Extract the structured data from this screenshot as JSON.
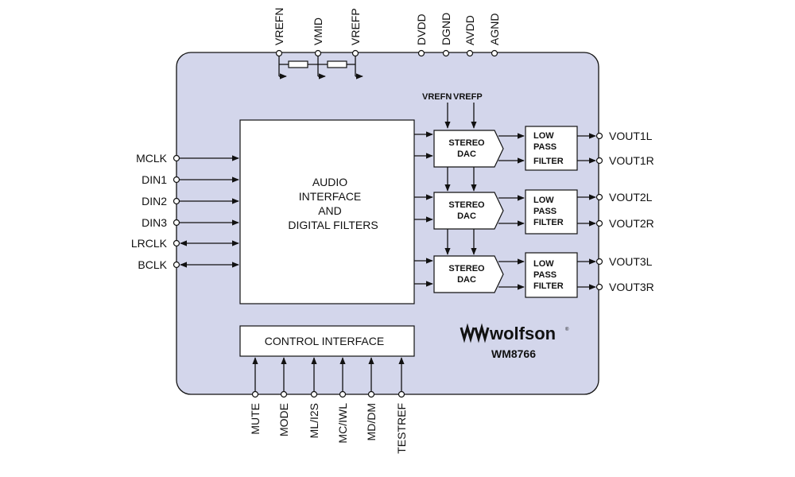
{
  "colors": {
    "chip_fill": "#D3D6EB",
    "stroke": "#111111",
    "block_fill": "#FFFFFF"
  },
  "top_pins": [
    "VREFN",
    "VMID",
    "VREFP",
    "DVDD",
    "DGND",
    "AVDD",
    "AGND"
  ],
  "left_pins": [
    "MCLK",
    "DIN1",
    "DIN2",
    "DIN3",
    "LRCLK",
    "BCLK"
  ],
  "right_pins": [
    "VOUT1L",
    "VOUT1R",
    "VOUT2L",
    "VOUT2R",
    "VOUT3L",
    "VOUT3R"
  ],
  "bottom_pins": [
    "MUTE",
    "MODE",
    "ML/I2S",
    "MC/IWL",
    "MD/DM",
    "TESTREF"
  ],
  "audio_block": {
    "lines": [
      "AUDIO",
      "INTERFACE",
      "AND",
      "DIGITAL FILTERS"
    ]
  },
  "control_block": {
    "label": "CONTROL INTERFACE"
  },
  "dac_labels": {
    "vrefn": "VREFN",
    "vrefp": "VREFP"
  },
  "dacs": [
    {
      "line1": "STEREO",
      "line2": "DAC"
    },
    {
      "line1": "STEREO",
      "line2": "DAC"
    },
    {
      "line1": "STEREO",
      "line2": "DAC"
    }
  ],
  "filters": [
    {
      "lines": [
        "LOW",
        "PASS",
        "FILTER"
      ]
    },
    {
      "lines": [
        "LOW",
        "PASS",
        "FILTER"
      ]
    },
    {
      "lines": [
        "LOW",
        "PASS",
        "FILTER"
      ]
    }
  ],
  "brand": {
    "logo_text": "wolfson",
    "part_number": "WM8766"
  }
}
